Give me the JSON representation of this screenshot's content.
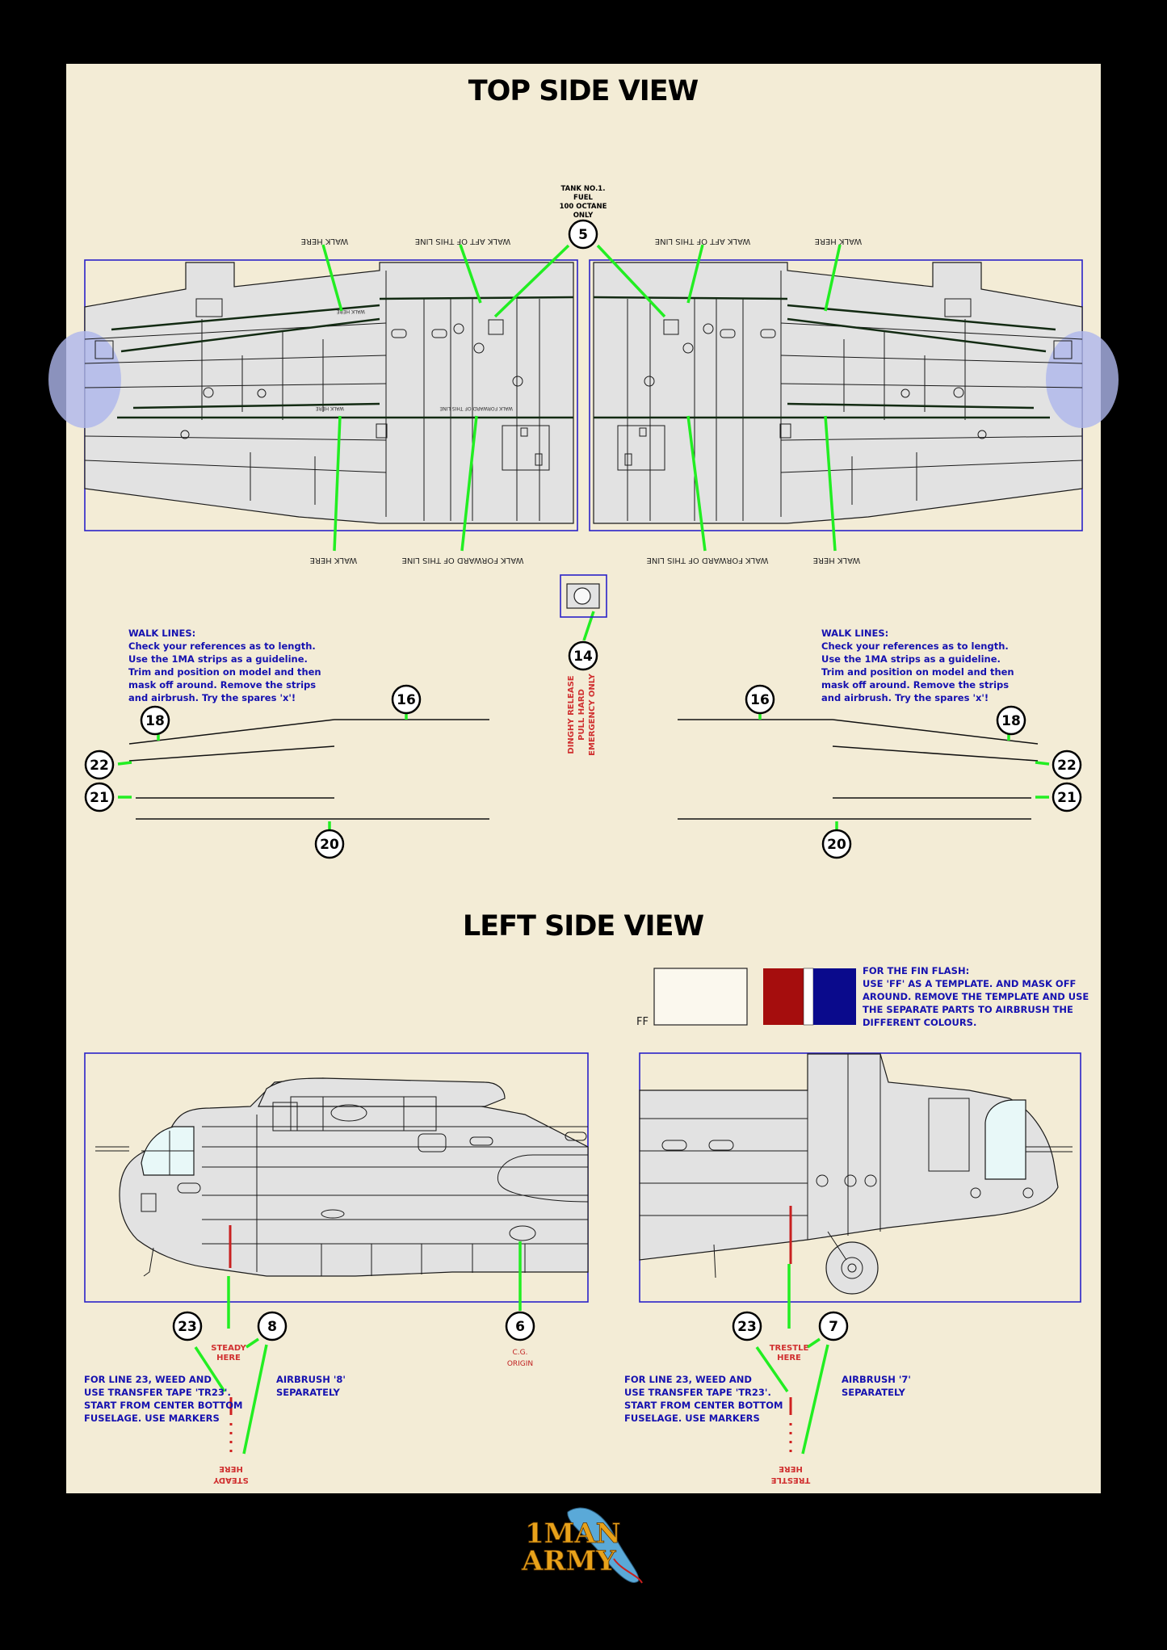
{
  "titles": {
    "top": "TOP SIDE VIEW",
    "left": "LEFT SIDE VIEW"
  },
  "stencils": {
    "walk_here": "WALK HERE",
    "walk_aft": "WALK AFT OF THIS LINE",
    "walk_forward": "WALK FORWARD OF THIS LINE"
  },
  "tank_label": [
    "TANK NO.1.",
    "FUEL",
    "100 OCTANE",
    "ONLY"
  ],
  "dinghy_label": [
    "DINGHY RELEASE",
    "PULL HARD",
    "EMERGENCY ONLY"
  ],
  "callouts": {
    "n5": "5",
    "n14": "14",
    "n16": "16",
    "n18": "18",
    "n20": "20",
    "n21": "21",
    "n22": "22",
    "n23": "23",
    "n8": "8",
    "n6": "6",
    "n7": "7"
  },
  "walk_note": [
    "WALK LINES:",
    "Check your references as to length.",
    "Use the 1MA strips as a guideline.",
    "Trim and position on model and then",
    "mask off around. Remove the strips",
    "and airbrush. Try the spares 'x'!"
  ],
  "fin_flash": {
    "label": "FF",
    "note": [
      "FOR THE FIN FLASH:",
      "USE 'FF' AS A TEMPLATE. AND MASK OFF",
      "AROUND. REMOVE THE TEMPLATE AND USE",
      "THE SEPARATE PARTS TO AIRBRUSH THE",
      "DIFFERENT COLOURS."
    ],
    "colors": {
      "red": "#a50d0d",
      "white": "#ffffff",
      "blue": "#0a0a8c"
    }
  },
  "line23_note": [
    "FOR LINE 23, WEED AND",
    "USE TRANSFER TAPE 'TR23'.",
    "START FROM CENTER BOTTOM",
    "FUSELAGE. USE MARKERS"
  ],
  "airbrush8": [
    "AIRBRUSH '8'",
    "SEPARATELY"
  ],
  "airbrush7": [
    "AIRBRUSH '7'",
    "SEPARATELY"
  ],
  "steady": [
    "STEADY",
    "HERE"
  ],
  "trestle": [
    "TRESTLE",
    "HERE"
  ],
  "cg": [
    "C.G.",
    "ORIGIN"
  ],
  "logo": {
    "line1": "1MAN",
    "line2": "ARMY"
  },
  "colors": {
    "background": "#f3ecd6",
    "frame": "#000000",
    "leader": "#22ee22",
    "note_text": "#1511b0",
    "stencil_red": "#d03030",
    "panel_fill": "#e2e2e2"
  }
}
